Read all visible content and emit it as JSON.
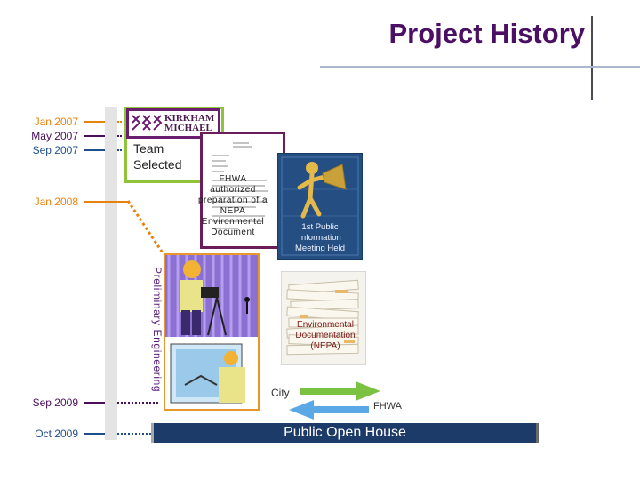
{
  "header": {
    "title": "Project History"
  },
  "timeline": {
    "dates": [
      "Jan 2007",
      "May 2007",
      "Sep 2007",
      "Jan 2008",
      "Sep 2009",
      "Oct 2009"
    ]
  },
  "logo": {
    "line1": "KIRKHAM",
    "line2": "MICHAEL"
  },
  "milestones": {
    "team_selected": "Team Selected",
    "fhwa_authorized": "FHWA authorized preparation of a NEPA Environmental Document",
    "public_meeting": "1st Public Information Meeting Held",
    "preliminary_engineering": "Preliminary Engineering",
    "environmental_docs": "Environmental Documentation (NEPA)"
  },
  "arrows": {
    "city_label": "City",
    "fhwa_label": "FHWA"
  },
  "banner": {
    "public_open_house": "Public Open House"
  },
  "colors": {
    "title": "#4b0f63",
    "date_orange": "#e8820e",
    "date_purple": "#4a0f5a",
    "date_blue": "#1f4f8a",
    "green_box": "#8fc43a",
    "arrow_green": "#7cc242",
    "arrow_blue": "#5aa9e6",
    "banner": "#1d3b68"
  }
}
